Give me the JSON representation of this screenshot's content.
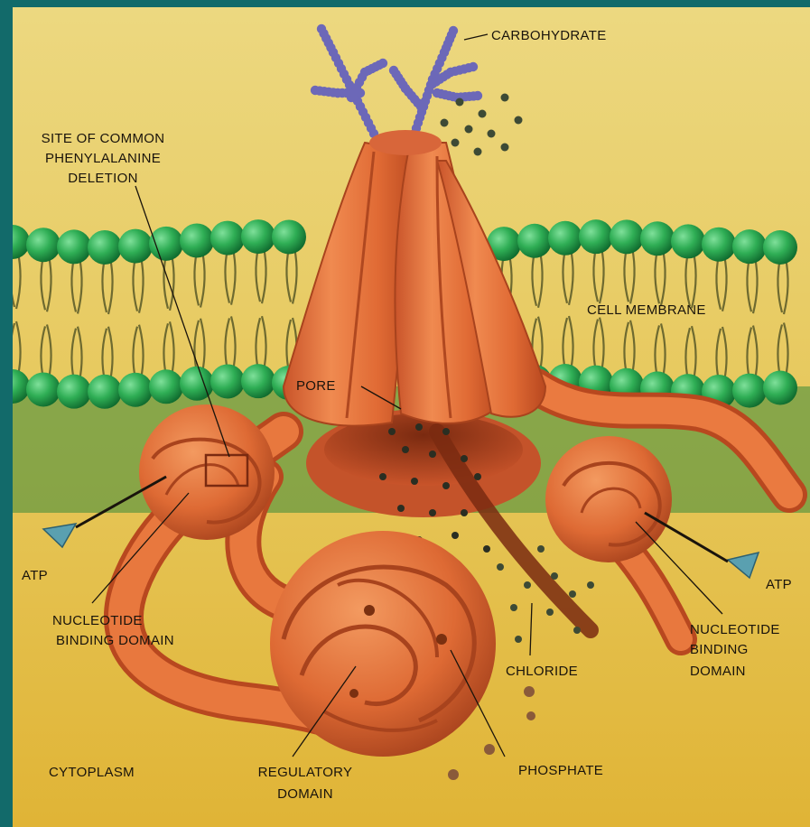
{
  "labels": {
    "carbohydrate": "CARBOHYDRATE",
    "deletion_line1": "SITE OF COMMON",
    "deletion_line2": "PHENYLALANINE",
    "deletion_line3": "DELETION",
    "cell_membrane": "CELL MEMBRANE",
    "pore": "PORE",
    "atp_left": "ATP",
    "atp_right": "ATP",
    "nbd_left_line1": "NUCLEOTIDE",
    "nbd_left_line2": "BINDING DOMAIN",
    "nbd_right_line1": "NUCLEOTIDE",
    "nbd_right_line2": "BINDING",
    "nbd_right_line3": "DOMAIN",
    "chloride": "CHLORIDE",
    "cytoplasm": "CYTOPLASM",
    "regulatory_line1": "REGULATORY",
    "regulatory_line2": "DOMAIN",
    "phosphate": "PHOSPHATE"
  },
  "colors": {
    "frame": "#126a6a",
    "background_upper": "#e8d272",
    "background_lower": "#e2b93c",
    "lipid_head": "#2fae55",
    "lipid_tail": "#7a7a3a",
    "protein": "#e0703a",
    "protein_shadow": "#a8431d",
    "carbohydrate": "#6c68b8",
    "atp": "#5aa0b0",
    "chloride_dot": "#3d4a35",
    "phosphate_dot": "#8a5a3a"
  }
}
